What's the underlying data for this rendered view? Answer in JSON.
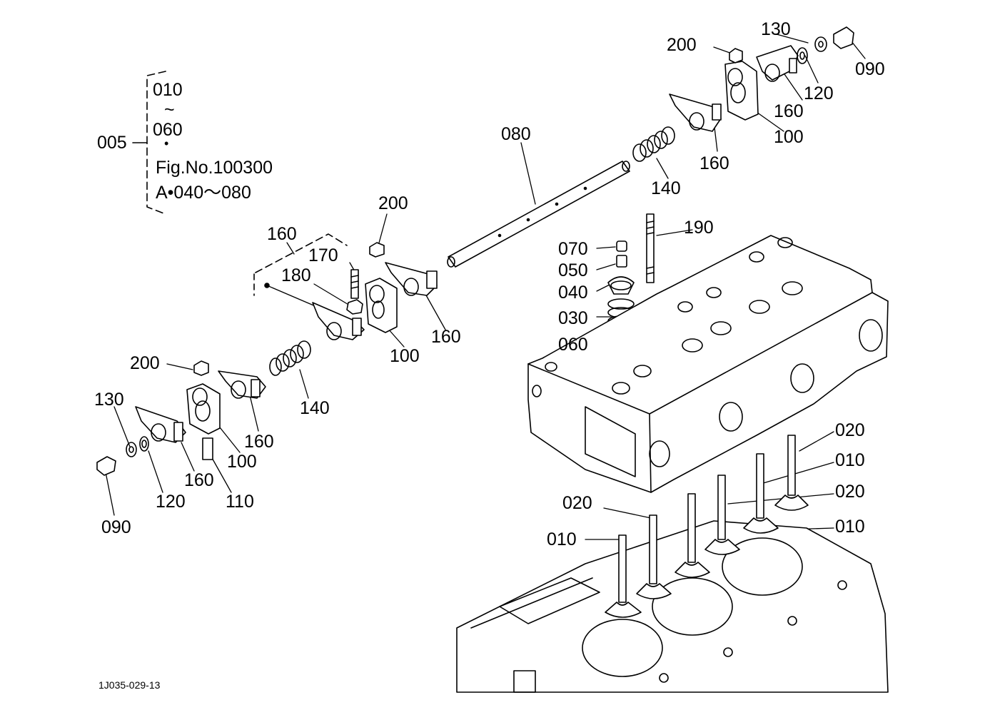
{
  "note": {
    "group": "005",
    "range_start": "010",
    "range_tilde": "~",
    "range_end": "060",
    "dot": "•",
    "fig_ref": "Fig.No.100300",
    "fig_range": "A•040～080"
  },
  "drawing_code": "1J035-029-13",
  "labels": {
    "p200_top": "200",
    "p130_top": "130",
    "p090_top": "090",
    "p120_top": "120",
    "p160_top_a": "160",
    "p100_top": "100",
    "p160_top_b": "160",
    "p140_top": "140",
    "p080": "080",
    "p190": "190",
    "p070": "070",
    "p050": "050",
    "p040": "040",
    "p030": "030",
    "p060": "060",
    "p160_group": "160",
    "p170": "170",
    "p180": "180",
    "p200_mid": "200",
    "p100_mid": "100",
    "p160_mid": "160",
    "p200_low": "200",
    "p140_low": "140",
    "p160_low_a": "160",
    "p100_low": "100",
    "p130_low": "130",
    "p120_low": "120",
    "p160_low_b": "160",
    "p110": "110",
    "p090_low": "090",
    "p020_r1": "020",
    "p010_r1": "010",
    "p020_r2": "020",
    "p010_r2": "010",
    "p020_l": "020",
    "p010_l": "010"
  }
}
